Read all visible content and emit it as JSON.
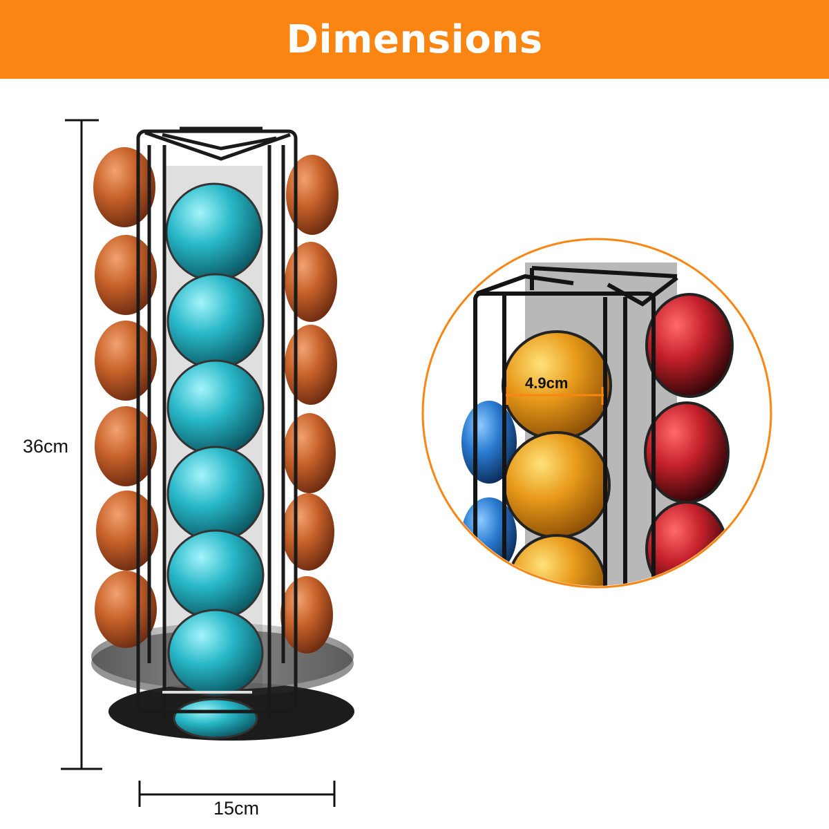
{
  "banner": {
    "title": "Dimensions",
    "background": "#fa8512"
  },
  "dimensions": {
    "height": "36cm",
    "width": "15cm",
    "capsule_diameter": "4.9cm"
  },
  "colors": {
    "accent_orange": "#fa8512",
    "capsule_copper": "#c8622a",
    "capsule_teal": "#28b8c8",
    "capsule_gold": "#e89a1a",
    "capsule_red": "#c4202a",
    "capsule_blue": "#2a7ad0"
  }
}
